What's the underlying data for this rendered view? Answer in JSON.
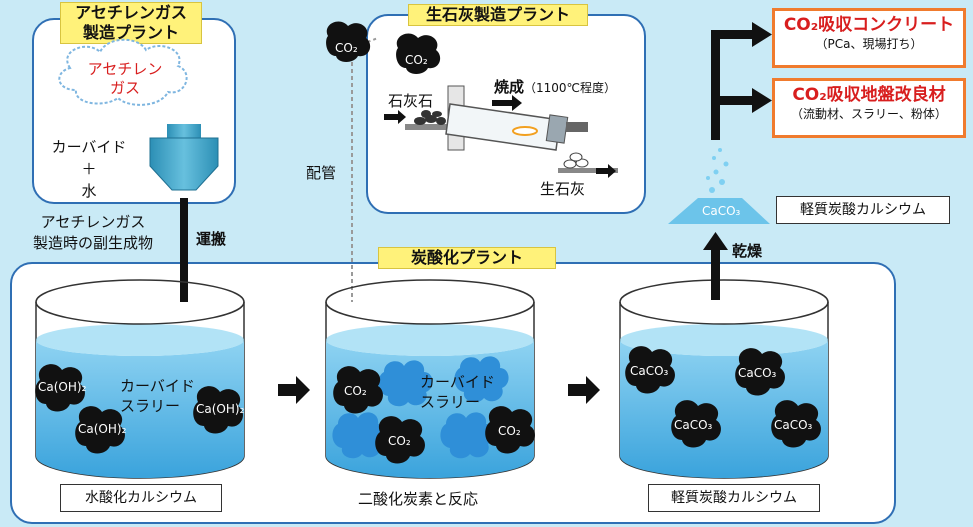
{
  "acetylene_plant": {
    "title_line1": "アセチレンガス",
    "title_line2": "製造プラント",
    "cloud_line1": "アセチレン",
    "cloud_line2": "ガス",
    "inputs_line1": "カーバイド",
    "inputs_line2": "＋",
    "inputs_line3": "水",
    "byproduct_line1": "アセチレンガス",
    "byproduct_line2": "製造時の副生成物",
    "transport": "運搬"
  },
  "lime_plant": {
    "title": "生石灰製造プラント",
    "co2_a": "CO₂",
    "co2_b": "CO₂",
    "limestone": "石灰石",
    "firing": "焼成",
    "firing_note": "（1100℃程度）",
    "quicklime": "生石灰",
    "piping": "配管"
  },
  "carbonation_plant": {
    "title": "炭酸化プラント",
    "tank1_slurry_line1": "カーバイド",
    "tank1_slurry_line2": "スラリー",
    "tank1_label": "水酸化カルシウム",
    "tank1_molecules": [
      "Ca(OH)₂",
      "Ca(OH)₂",
      "Ca(OH)₂"
    ],
    "tank2_slurry_line1": "カーバイド",
    "tank2_slurry_line2": "スラリー",
    "tank2_label": "二酸化炭素と反応",
    "tank2_molecules": [
      "CO₂",
      "CO₂",
      "CO₂"
    ],
    "tank3_label": "軽質炭酸カルシウム",
    "tank3_molecules": [
      "CaCO₃",
      "CaCO₃",
      "CaCO₃",
      "CaCO₃"
    ]
  },
  "output": {
    "dry": "乾燥",
    "pile": "CaCO₃",
    "product_label": "軽質炭酸カルシウム",
    "use1_title": "CO₂吸収コンクリート",
    "use1_sub": "（PCa、現場打ち）",
    "use2_title": "CO₂吸収地盤改良材",
    "use2_sub": "（流動材、スラリー、粉体）"
  },
  "colors": {
    "panel_border": "#2f6fb4",
    "tag_yellow": "#fff27a",
    "accent_red": "#d81e1e",
    "box_orange": "#f07b2e",
    "water": "#5ab8e8"
  }
}
